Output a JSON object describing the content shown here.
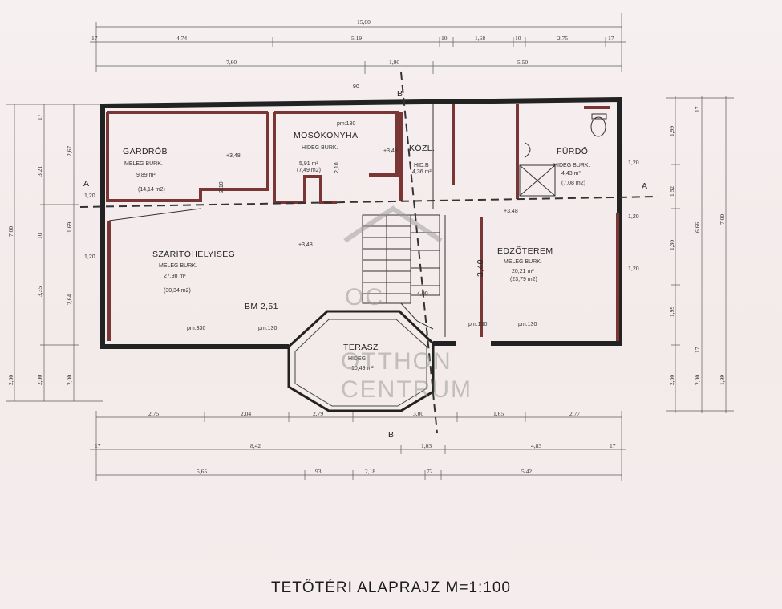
{
  "plan": {
    "title": "TETŐTÉRI  ALAPRAJZ M=1:100",
    "dims_top": [
      "15,00",
      "17",
      "4,74",
      "5,19",
      "10",
      "1,68",
      "10",
      "2,75",
      "17",
      "7,60",
      "1,90",
      "5,50"
    ],
    "dims_bottom": [
      "2,75",
      "2,04",
      "2,79",
      "3,00",
      "1,65",
      "2,77",
      "17",
      "8,42",
      "1,03",
      "4,83",
      "17",
      "5,65",
      "93",
      "2,18",
      "72",
      "5,42"
    ],
    "dims_left": [
      "17",
      "2,67",
      "3,21",
      "10",
      "1,69",
      "3,35",
      "2,64",
      "7,00",
      "2,00",
      "2,00",
      "2,00"
    ],
    "dims_right": [
      "17",
      "1,99",
      "1,52",
      "1,30",
      "1,99",
      "2,00",
      "6,66",
      "7,00",
      "1,99",
      "17",
      "2,00"
    ],
    "section_labels": {
      "a_left": "A",
      "a_right": "A",
      "b_top": "B",
      "b_bottom": "B"
    },
    "rooms": [
      {
        "name": "GARDRÓB",
        "floor": "MELEG BURK.",
        "area": "9,89 m²",
        "gross": "(14,14 m2)"
      },
      {
        "name": "MOSÓKONYHA",
        "floor": "HIDEG BURK.",
        "area": "5,91 m²",
        "gross": "(7,49 m2)"
      },
      {
        "name": "KÖZL.",
        "floor": "HID.B",
        "area": "4,36 m²"
      },
      {
        "name": "FÜRDŐ",
        "floor": "HIDEG BURK.",
        "area": "4,43 m²",
        "gross": "(7,08 m2)"
      },
      {
        "name": "SZÁRÍTÓHELYISÉG",
        "floor": "MELEG BURK.",
        "area": "27,98 m²",
        "gross": "(30,34 m2)"
      },
      {
        "name": "EDZŐTEREM",
        "floor": "MELEG BURK.",
        "area": "20,21 m²",
        "gross": "(23,79 m2)"
      },
      {
        "name": "TERASZ",
        "floor": "HIDEG",
        "area": "10,49 m²"
      }
    ],
    "levels": {
      "l1": "+3,48",
      "l2": "+3,48",
      "l3": "+3,48",
      "l4": "+3,48"
    },
    "bm": "BM 2,51",
    "misc": {
      "stair": "4,00",
      "heights": "3,40",
      "pm": "pm:130",
      "pm2": "pm:330",
      "door_w": "90",
      "door_h": "2,10",
      "win": "1,20"
    },
    "watermark": {
      "line1": "OTTHON",
      "line2": "CENTRUM",
      "logo": "OC"
    }
  }
}
